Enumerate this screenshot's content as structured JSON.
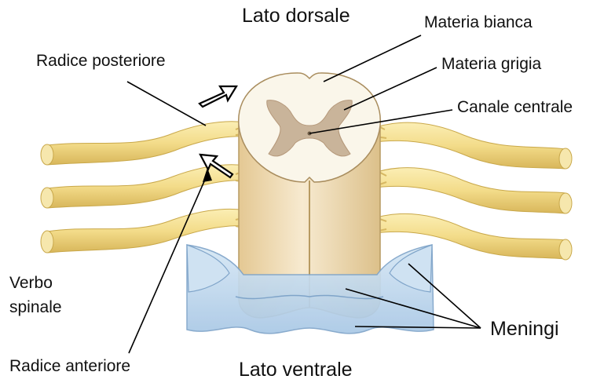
{
  "labels": {
    "dorsal_side": "Lato dorsale",
    "white_matter": "Materia bianca",
    "gray_matter": "Materia grigia",
    "central_canal": "Canale centrale",
    "posterior_root": "Radice posteriore",
    "spinal_nerve_line1": "Verbo",
    "spinal_nerve_line2": "spinale",
    "meninges": "Meningi",
    "anterior_root": "Radice anteriore",
    "ventral_side": "Lato ventrale"
  },
  "colors": {
    "nerve": "#f3dc8a",
    "nerve_shadow": "#d9b95a",
    "white_matter": "#faf6ea",
    "gray_matter": "#c9b49a",
    "meninges": "#c3dbee",
    "meninges_edge": "#8fb3d6",
    "cord_side": "#efdcb2"
  }
}
